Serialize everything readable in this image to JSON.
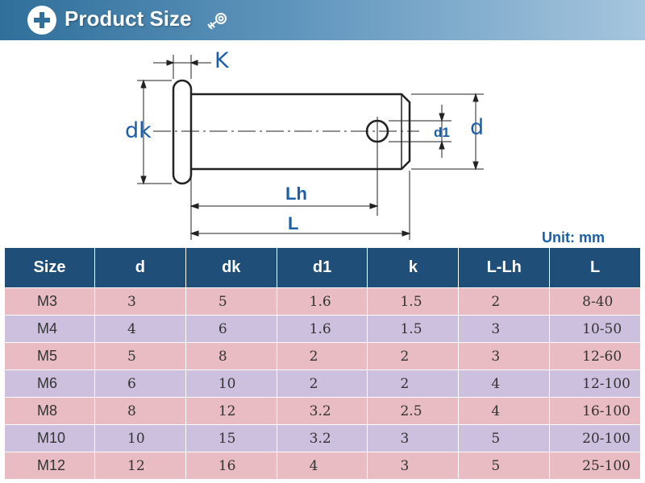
{
  "header": {
    "title": "Product Size",
    "colors": {
      "band_start": "#2f6f9a",
      "band_end": "#a6c6de"
    },
    "icons": [
      "plus-icon",
      "bolt-icon"
    ]
  },
  "drawing": {
    "labels": {
      "k": "K",
      "dk": "dk",
      "d1": "d1",
      "d": "d",
      "lh": "Lh",
      "l": "L"
    }
  },
  "unit_label": "Unit: mm",
  "table": {
    "headers": [
      "Size",
      "d",
      "dk",
      "d1",
      "k",
      "L-Lh",
      "L"
    ],
    "rows": [
      [
        "M3",
        "3",
        "5",
        "1.6",
        "1.5",
        "2",
        "8-40"
      ],
      [
        "M4",
        "4",
        "6",
        "1.6",
        "1.5",
        "3",
        "10-50"
      ],
      [
        "M5",
        "5",
        "8",
        "2",
        "2",
        "3",
        "12-60"
      ],
      [
        "M6",
        "6",
        "10",
        "2",
        "2",
        "4",
        "12-100"
      ],
      [
        "M8",
        "8",
        "12",
        "3.2",
        "2.5",
        "4",
        "16-100"
      ],
      [
        "M10",
        "10",
        "15",
        "3.2",
        "3",
        "5",
        "20-100"
      ],
      [
        "M12",
        "12",
        "16",
        "4",
        "3",
        "5",
        "25-100"
      ]
    ],
    "colors": {
      "header_bg": "#1f4e79",
      "row_odd": "#e8bcc2",
      "row_even": "#cdc0de"
    }
  }
}
